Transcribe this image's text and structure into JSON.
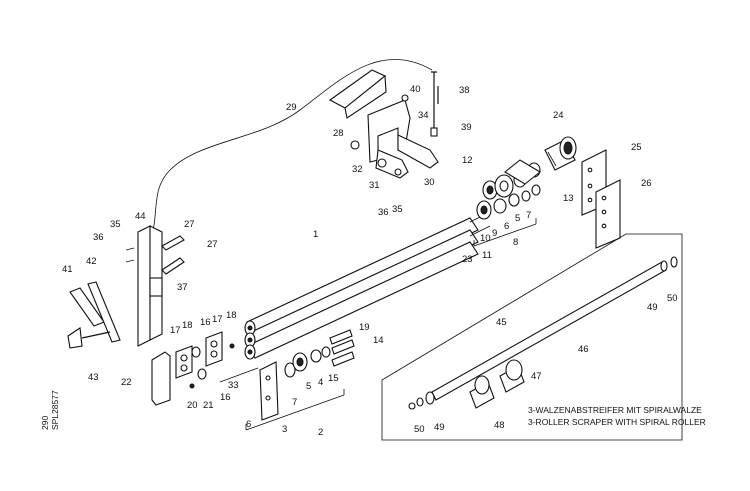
{
  "drawing_code": "SPL28577",
  "drawing_number": "290",
  "inset_caption_de": "3-WALZENABSTREIFER MIT SPIRALWALZE",
  "inset_caption_en": "3-ROLLER SCRAPER WITH SPIRAL ROLLER",
  "callouts": [
    {
      "id": "c1",
      "text": "1"
    },
    {
      "id": "c2",
      "text": "2"
    },
    {
      "id": "c3",
      "text": "3"
    },
    {
      "id": "c4",
      "text": "4"
    },
    {
      "id": "c5a",
      "text": "5"
    },
    {
      "id": "c5b",
      "text": "5"
    },
    {
      "id": "c6a",
      "text": "6"
    },
    {
      "id": "c6b",
      "text": "6"
    },
    {
      "id": "c7a",
      "text": "7"
    },
    {
      "id": "c7b",
      "text": "7"
    },
    {
      "id": "c8",
      "text": "8"
    },
    {
      "id": "c9",
      "text": "9"
    },
    {
      "id": "c10",
      "text": "10"
    },
    {
      "id": "c11",
      "text": "11"
    },
    {
      "id": "c12",
      "text": "12"
    },
    {
      "id": "c13",
      "text": "13"
    },
    {
      "id": "c14",
      "text": "14"
    },
    {
      "id": "c15",
      "text": "15"
    },
    {
      "id": "c16a",
      "text": "16"
    },
    {
      "id": "c16b",
      "text": "16"
    },
    {
      "id": "c17a",
      "text": "17"
    },
    {
      "id": "c17b",
      "text": "17"
    },
    {
      "id": "c18a",
      "text": "18"
    },
    {
      "id": "c18b",
      "text": "18"
    },
    {
      "id": "c19",
      "text": "19"
    },
    {
      "id": "c20",
      "text": "20"
    },
    {
      "id": "c21",
      "text": "21"
    },
    {
      "id": "c22",
      "text": "22"
    },
    {
      "id": "c23",
      "text": "23"
    },
    {
      "id": "c24",
      "text": "24"
    },
    {
      "id": "c25",
      "text": "25"
    },
    {
      "id": "c26",
      "text": "26"
    },
    {
      "id": "c27a",
      "text": "27"
    },
    {
      "id": "c27b",
      "text": "27"
    },
    {
      "id": "c28",
      "text": "28"
    },
    {
      "id": "c29",
      "text": "29"
    },
    {
      "id": "c30",
      "text": "30"
    },
    {
      "id": "c31",
      "text": "31"
    },
    {
      "id": "c32",
      "text": "32"
    },
    {
      "id": "c33",
      "text": "33"
    },
    {
      "id": "c34",
      "text": "34"
    },
    {
      "id": "c35a",
      "text": "35"
    },
    {
      "id": "c35b",
      "text": "35"
    },
    {
      "id": "c36a",
      "text": "36"
    },
    {
      "id": "c36b",
      "text": "36"
    },
    {
      "id": "c37",
      "text": "37"
    },
    {
      "id": "c38",
      "text": "38"
    },
    {
      "id": "c39",
      "text": "39"
    },
    {
      "id": "c40",
      "text": "40"
    },
    {
      "id": "c41",
      "text": "41"
    },
    {
      "id": "c42",
      "text": "42"
    },
    {
      "id": "c43",
      "text": "43"
    },
    {
      "id": "c44",
      "text": "44"
    },
    {
      "id": "c45",
      "text": "45"
    },
    {
      "id": "c46",
      "text": "46"
    },
    {
      "id": "c47",
      "text": "47"
    },
    {
      "id": "c48",
      "text": "48"
    },
    {
      "id": "c49a",
      "text": "49"
    },
    {
      "id": "c49b",
      "text": "49"
    },
    {
      "id": "c50a",
      "text": "50"
    },
    {
      "id": "c50b",
      "text": "50"
    }
  ]
}
